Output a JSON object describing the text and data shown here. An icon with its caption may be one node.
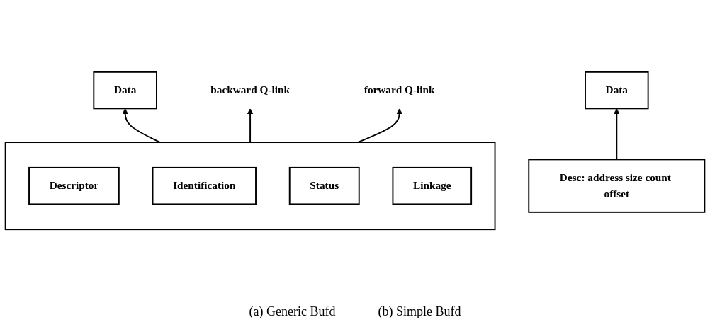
{
  "diagram": {
    "nodes": [
      {
        "text": [
          "Data"
        ]
      },
      {
        "text": [
          "Desc: address size count offset"
        ]
      },
      {
        "text": [
          "Data"
        ]
      },
      {
        "text": [],
        "shape": "box"
      },
      {
        "text": [
          "Descriptor"
        ],
        "in": 3
      },
      {
        "text": [
          "Identification"
        ],
        "in": 3
      },
      {
        "text": [
          "Status"
        ],
        "in": 3
      },
      {
        "text": [
          "Linkage"
        ],
        "in": 3
      },
      {
        "text": [
          "backward Q-link"
        ]
      },
      {
        "text": [
          "forward Q-link"
        ]
      }
    ],
    "edges": [
      {
        "from": 1,
        "to": 0,
        "arrow": "to"
      },
      {
        "from": 3,
        "to": 2,
        "arrow": "to"
      },
      {
        "from": 3,
        "to": 8,
        "arrow": "to"
      },
      {
        "from": 3,
        "to": 9,
        "arrow": "to"
      }
    ],
    "labels": [
      "(a) Generic Bufd",
      "(b) Simple Bufd"
    ]
  }
}
